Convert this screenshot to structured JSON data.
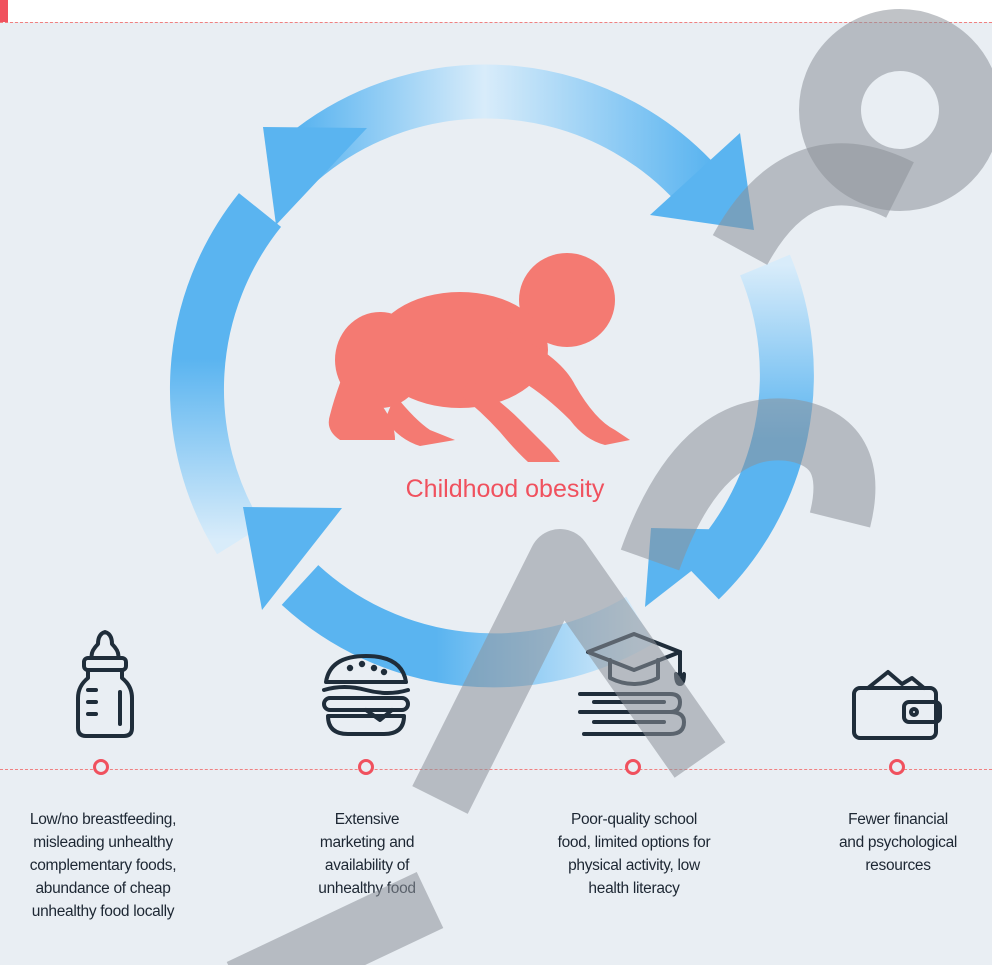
{
  "center": {
    "label": "Childhood obesity"
  },
  "colors": {
    "accent": "#f0515e",
    "arrow": "#5ab4f0",
    "baby": "#f47a72",
    "icon": "#1f2d3a",
    "background": "#e9eef3"
  },
  "factors": [
    {
      "icon": "baby-bottle-icon",
      "lines": [
        "Low/no breastfeeding,",
        "misleading unhealthy",
        "complementary foods,",
        "abundance of cheap",
        "unhealthy food locally"
      ]
    },
    {
      "icon": "burger-icon",
      "lines": [
        "Extensive",
        "marketing and",
        "availability of",
        "unhealthy food"
      ]
    },
    {
      "icon": "graduation-cap-books-icon",
      "lines": [
        "Poor-quality school",
        "food, limited options for",
        "physical activity, low",
        "health literacy"
      ]
    },
    {
      "icon": "wallet-icon",
      "lines": [
        "Fewer financial",
        "and psychological",
        "resources"
      ]
    }
  ]
}
